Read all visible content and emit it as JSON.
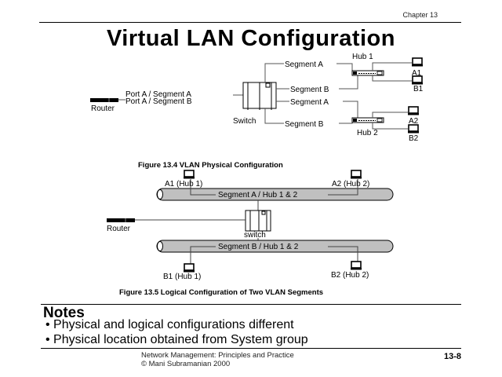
{
  "header": {
    "chapter": "Chapter 13",
    "title": "Virtual LAN Configuration"
  },
  "figure_physical": {
    "caption": "Figure 13.4 VLAN Physical Configuration",
    "router_label": "Router",
    "port_a_seg_a": "Port A / Segment A",
    "port_a_seg_b": "Port A / Segment B",
    "switch_label": "Switch",
    "segments": [
      "Segment A",
      "Segment B",
      "Segment A",
      "Segment B"
    ],
    "hubs": [
      "Hub 1",
      "Hub 2"
    ],
    "hosts": [
      "A1",
      "B1",
      "A2",
      "B2"
    ]
  },
  "figure_logical": {
    "caption": "Figure 13.5 Logical Configuration of Two VLAN Segments",
    "router_label": "Router",
    "switch_label": "switch",
    "segment_a": "Segment A / Hub 1 & 2",
    "segment_b": "Segment B / Hub 1 & 2",
    "hosts_a": [
      "A1 (Hub 1)",
      "A2 (Hub 2)"
    ],
    "hosts_b": [
      "B1 (Hub 1)",
      "B2 (Hub 2)"
    ]
  },
  "notes": {
    "heading": "Notes",
    "bullets": [
      "Physical and logical configurations different",
      "Physical location obtained from System group"
    ]
  },
  "footer": {
    "line1": "Network Management: Principles and Practice",
    "line2": "© Mani Subramanian 2000",
    "page": "13-8"
  }
}
